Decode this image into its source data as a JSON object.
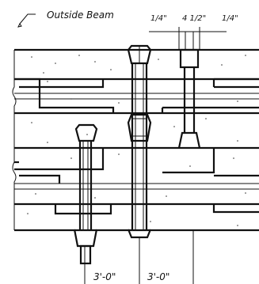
{
  "labels": {
    "outside_beam": "Outside Beam",
    "dim_quarter_left": "1/4\"",
    "dim_four_half": "4 1/2\"",
    "dim_quarter_right": "1/4\"",
    "dim_bottom_left": "3'-0\"",
    "dim_bottom_right": "3'-0\""
  },
  "colors": {
    "line": "#111111",
    "background": "#ffffff"
  }
}
